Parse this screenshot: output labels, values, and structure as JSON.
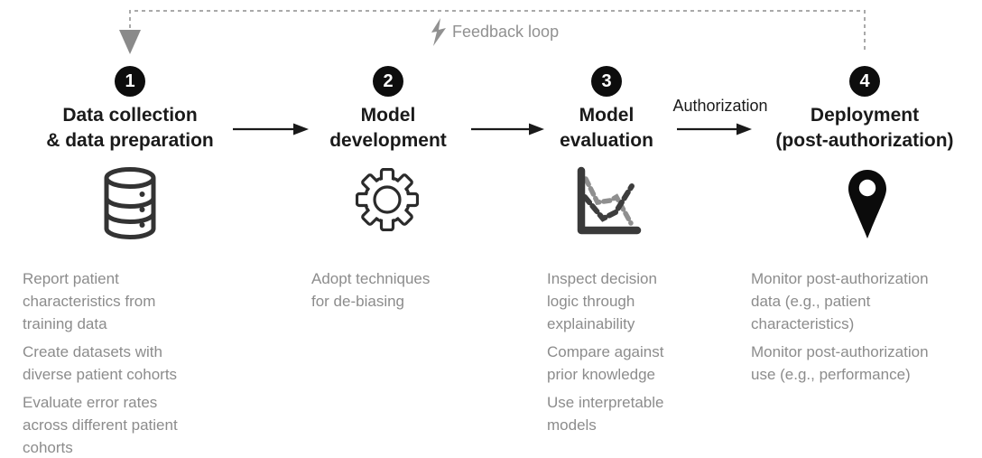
{
  "diagram": {
    "feedback": {
      "label": "Feedback loop",
      "icon": "lightning-bolt-icon"
    },
    "authorization": {
      "label": "Authorization"
    },
    "steps": [
      {
        "number": "1",
        "title": "Data collection\n& data preparation",
        "icon": "database-icon",
        "notes": [
          "Report patient\ncharacteristics from\ntraining data",
          "Create datasets with\ndiverse patient cohorts",
          "Evaluate error rates\nacross different patient\ncohorts"
        ]
      },
      {
        "number": "2",
        "title": "Model\ndevelopment",
        "icon": "gear-icon",
        "notes": [
          "Adopt techniques\nfor de-biasing"
        ]
      },
      {
        "number": "3",
        "title": "Model\nevaluation",
        "icon": "line-chart-icon",
        "notes": [
          "Inspect decision\nlogic through\nexplainability",
          "Compare against\nprior knowledge",
          "Use interpretable\nmodels"
        ]
      },
      {
        "number": "4",
        "title": "Deployment\n(post-authorization)",
        "icon": "map-pin-icon",
        "notes": [
          "Monitor post-authorization\ndata (e.g., patient\ncharacteristics)",
          "Monitor post-authorization\nuse (e.g., performance)"
        ]
      }
    ],
    "colors": {
      "step_badge": "#0d0d0d",
      "title_text": "#1a1a1a",
      "note_text": "#8c8c8c",
      "feedback_gray": "#919191",
      "dashed_line": "#a9a9a9",
      "arrow_black": "#1a1a1a",
      "icon_dark": "#333333",
      "icon_gray": "#8f8f8f"
    }
  }
}
